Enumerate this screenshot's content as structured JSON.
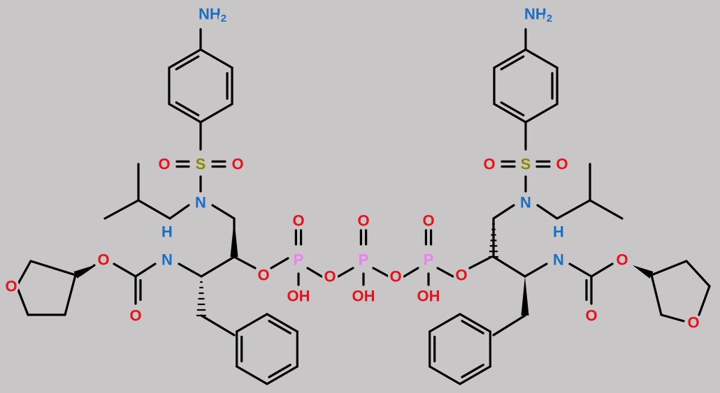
{
  "colors": {
    "background": "#c8c6c7",
    "bond": "#000000",
    "oxygen": "#e8121b",
    "nitrogen": "#1a6fc4",
    "sulfur": "#8a8a00",
    "phosphorus": "#ef7ef4"
  },
  "atoms": {
    "amine_nh2": "NH",
    "amine_sub": "2",
    "sulfur": "S",
    "sulfonyl_o": "O",
    "nitrogen": "N",
    "nh_hydrogen": "H",
    "oxygen": "O",
    "phosphorus": "P",
    "hydroxyl": "OH"
  }
}
